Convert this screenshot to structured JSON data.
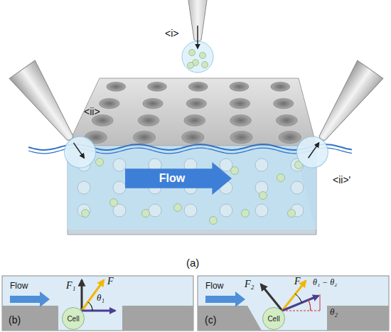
{
  "diagram": {
    "nodes": [
      {
        "text": [
          "Flow"
        ]
      },
      {
        "text": [
          "Cell"
        ]
      },
      {
        "text": [
          "Cell"
        ]
      }
    ],
    "labels": [
      "<i>",
      "<ii>",
      "<ii>'",
      "(a)",
      "Flow",
      "F₁",
      "F",
      "θ₁",
      "(b)",
      "Flow",
      "F₂",
      "F",
      "θ₁ − θ₂",
      "θ₂",
      "(c)"
    ]
  }
}
